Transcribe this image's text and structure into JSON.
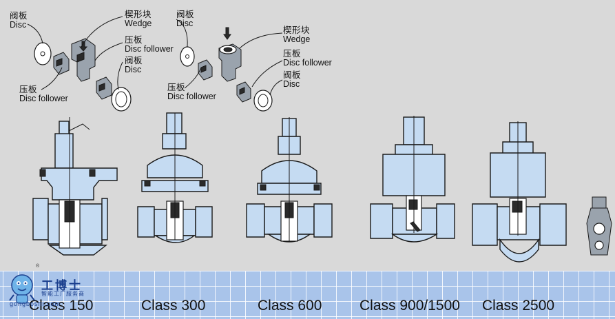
{
  "callouts": {
    "disc_a": {
      "cn": "阀板",
      "en": "Disc"
    },
    "wedge_a": {
      "cn": "楔形块",
      "en": "Wedge"
    },
    "follower_top_a": {
      "cn": "压板",
      "en": "Disc follower"
    },
    "disc_b": {
      "cn": "阀板",
      "en": "Disc"
    },
    "follower_a": {
      "cn": "压板",
      "en": "Disc follower"
    },
    "disc_c": {
      "cn": "阀板",
      "en": "Disc"
    },
    "wedge_b": {
      "cn": "楔形块",
      "en": "Wedge"
    },
    "follower_top_b": {
      "cn": "压板",
      "en": "Disc follower"
    },
    "disc_d": {
      "cn": "阀板",
      "en": "Disc"
    },
    "follower_b": {
      "cn": "压板",
      "en": "Disc follower"
    }
  },
  "classes": [
    "Class 150",
    "Class 300",
    "Class 600",
    "Class 900/1500",
    "Class 2500"
  ],
  "logo": {
    "name": "工博士",
    "subtitle": "智能工厂服务商",
    "url": "gongboshi.com",
    "reg": "®"
  },
  "colors": {
    "valve_fill": "#c5dbf2",
    "outline": "#1a1a1a",
    "band": "#a9c4ea",
    "background": "#d9d9d9",
    "logo": "#1b3f8e"
  }
}
